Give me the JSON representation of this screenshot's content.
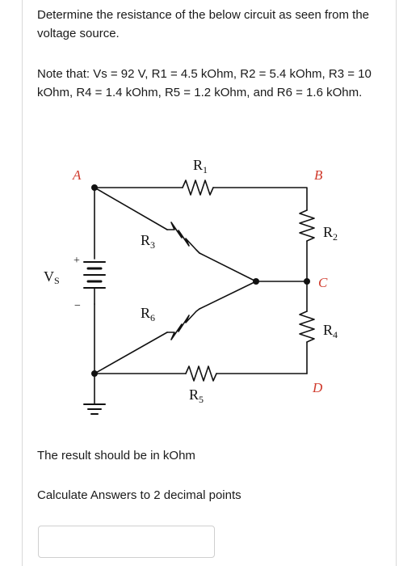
{
  "question": {
    "prompt": "Determine the resistance of the below circuit as seen from the voltage source.",
    "note": "Note that: Vs = 92 V, R1 = 4.5 kOhm, R2 = 5.4 kOhm, R3 = 10 kOhm, R4 = 1.4 kOhm, R5 = 1.2 kOhm, and R6 = 1.6 kOhm.",
    "unit_instruction": "The result should be in kOhm",
    "precision_instruction": "Calculate Answers to 2 decimal points"
  },
  "circuit": {
    "node_labels": {
      "a": "A",
      "b": "B",
      "c": "C",
      "d": "D"
    },
    "node_label_color": "#d03a2c",
    "resistor_labels": {
      "r1": "R",
      "r1_sub": "1",
      "r2": "R",
      "r2_sub": "2",
      "r3": "R",
      "r3_sub": "3",
      "r4": "R",
      "r4_sub": "4",
      "r5": "R",
      "r5_sub": "5",
      "r6": "R",
      "r6_sub": "6"
    },
    "source_label": "V",
    "source_sub": "S",
    "plus_sign": "+",
    "minus_sign": "−"
  },
  "answer_field": {
    "value": "",
    "placeholder": ""
  }
}
